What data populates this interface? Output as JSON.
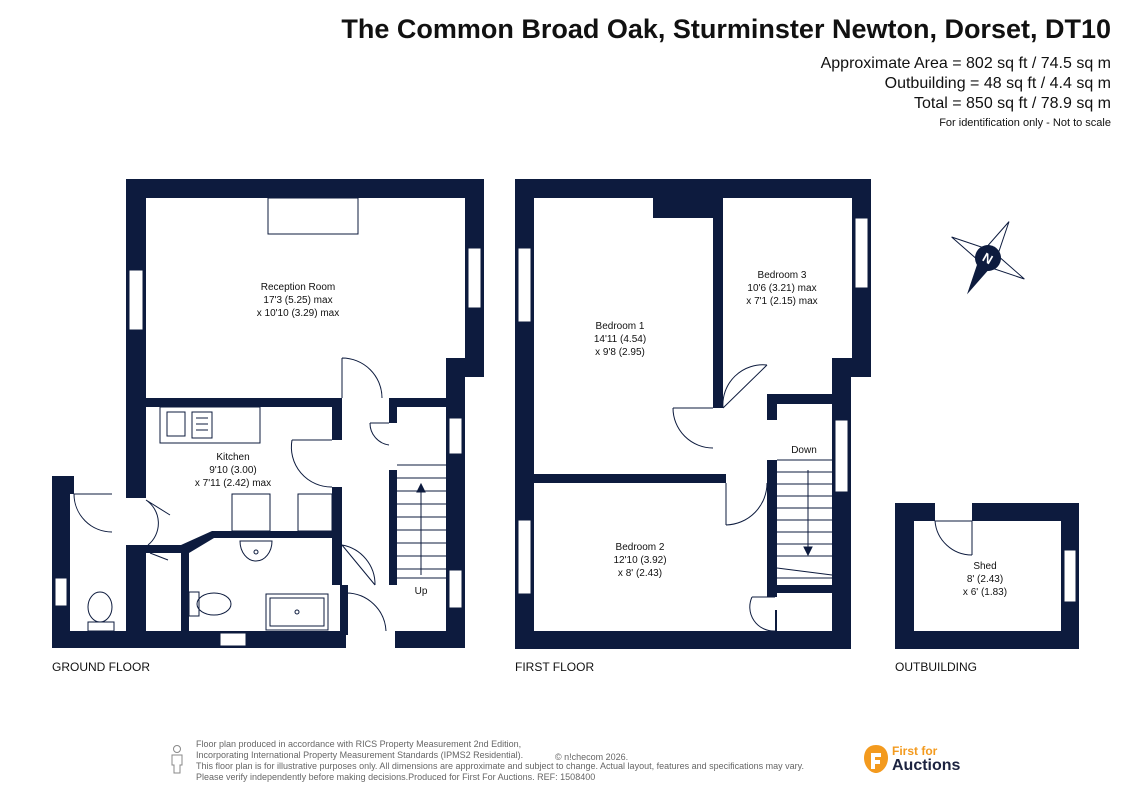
{
  "header": {
    "title": "The Common Broad Oak, Sturminster Newton, Dorset, DT10",
    "areas": [
      "Approximate Area = 802 sq ft / 74.5 sq m",
      "Outbuilding = 48 sq ft / 4.4 sq m",
      "Total = 850 sq ft / 78.9 sq m"
    ],
    "scale_note": "For identification only - Not to scale"
  },
  "compass": {
    "label": "N"
  },
  "colors": {
    "wall": "#0d1b3e",
    "accent": "#f39a1e",
    "brand": "#1c2340"
  },
  "rooms": {
    "reception": {
      "name": "Reception Room",
      "dim1": "17'3 (5.25) max",
      "dim2": "x 10'10 (3.29) max"
    },
    "kitchen": {
      "name": "Kitchen",
      "dim1": "9'10 (3.00)",
      "dim2": "x 7'11 (2.42) max"
    },
    "bedroom1": {
      "name": "Bedroom 1",
      "dim1": "14'11 (4.54)",
      "dim2": "x 9'8 (2.95)"
    },
    "bedroom2": {
      "name": "Bedroom 2",
      "dim1": "12'10 (3.92)",
      "dim2": "x 8' (2.43)"
    },
    "bedroom3": {
      "name": "Bedroom 3",
      "dim1": "10'6 (3.21) max",
      "dim2": "x 7'1 (2.15) max"
    },
    "shed": {
      "name": "Shed",
      "dim1": "8' (2.43)",
      "dim2": "x 6' (1.83)"
    }
  },
  "stairs": {
    "up": "Up",
    "down": "Down"
  },
  "floors": {
    "ground": "GROUND FLOOR",
    "first": "FIRST FLOOR",
    "outbuilding": "OUTBUILDING"
  },
  "footer": {
    "lines": [
      "Floor plan produced in accordance with RICS Property Measurement 2nd Edition,",
      "Incorporating International Property Measurement Standards (IPMS2 Residential).",
      "This floor plan is for illustrative purposes only. All dimensions are approximate and subject to change. Actual layout, features and specifications may vary.",
      "Please verify independently before making decisions.Produced for First For Auctions.   REF:  1508400"
    ],
    "copyright": "© n!checom 2026."
  },
  "logo": {
    "line1": "First for",
    "line2": "Auctions"
  }
}
